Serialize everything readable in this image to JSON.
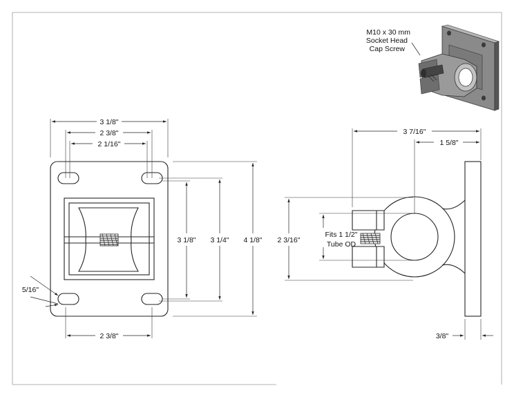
{
  "callout": {
    "screw_line1": "M10 x 30 mm",
    "screw_line2": "Socket Head",
    "screw_line3": "Cap Screw"
  },
  "front_view": {
    "overall_width": "3 1/8\"",
    "hole_spacing_top_outer": "2 3/8\"",
    "hole_spacing_top_inner": "2 1/16\"",
    "slot_width": "5/16\"",
    "hole_spacing_bottom": "2 3/8\"",
    "hole_spacing_vertical_inner": "3 1/8\"",
    "hole_spacing_vertical_outer": "3 1/4\"",
    "overall_height": "4 1/8\""
  },
  "side_view": {
    "overall_depth": "3 7/16\"",
    "clamp_offset": "1 5/8\"",
    "clamp_height": "2 3/16\"",
    "tube_fit_line1": "Fits 1 1/2\"",
    "tube_fit_line2": "Tube OD",
    "plate_thickness": "3/8\""
  },
  "colors": {
    "line": "#222222",
    "render_dark": "#555555",
    "render_mid": "#8a8a8a",
    "render_light": "#b5b5b5"
  }
}
